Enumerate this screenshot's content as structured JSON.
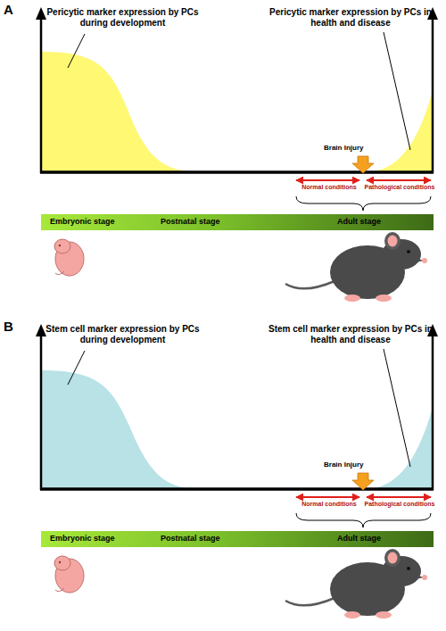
{
  "diagram": {
    "nodes": [
      {
        "text": [
          "Embryonic stage",
          "Postnatal stage",
          "Adult stage"
        ]
      },
      {
        "text": [
          "Embryonic stage",
          "Postnatal stage",
          "Adult stage"
        ]
      }
    ],
    "labels": [
      "A",
      "Pericytic marker expression by PCs during development",
      "Pericytic marker expression by PCs in health and disease",
      "Brain Injury",
      "Normal conditions",
      "Pathological conditions",
      "B",
      "Stem cell marker expression by PCs during development",
      "Stem cell marker expression by PCs in health and disease",
      "Brain Injury",
      "Normal conditions",
      "Pathological conditions"
    ]
  }
}
